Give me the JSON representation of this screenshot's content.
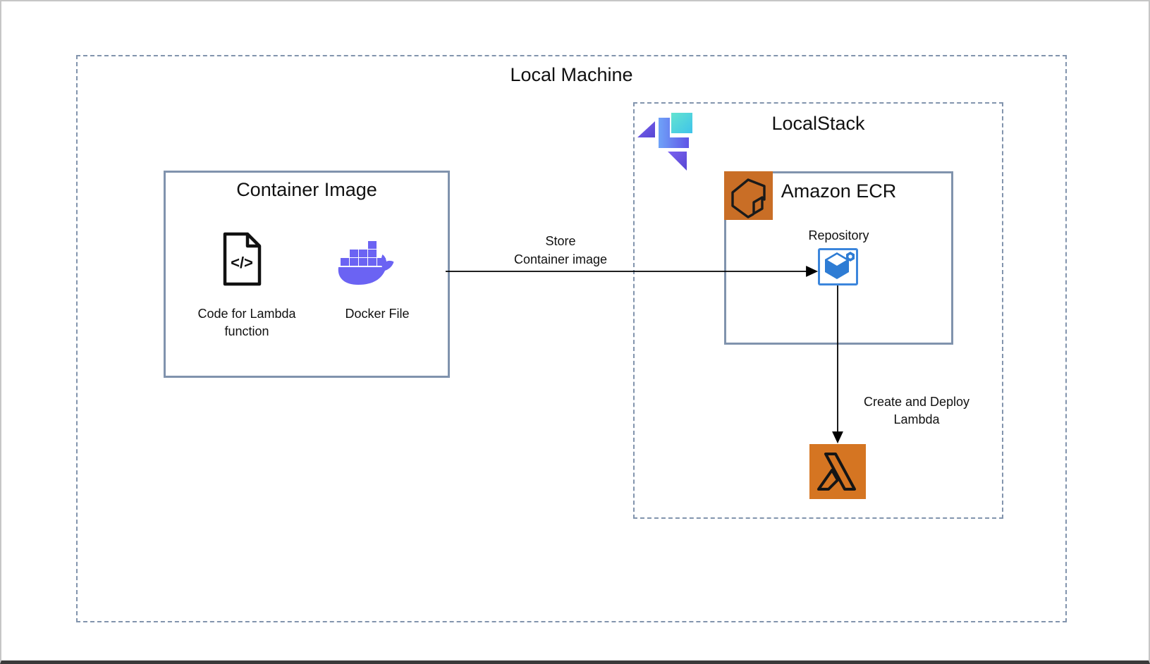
{
  "local_machine": {
    "title": "Local Machine"
  },
  "container_image": {
    "title": "Container Image",
    "code_item": {
      "icon": "code-file-icon",
      "label_lines": [
        "Code for Lambda",
        "function"
      ]
    },
    "docker_item": {
      "icon": "docker-icon",
      "label": "Docker File"
    }
  },
  "localstack": {
    "title": "LocalStack",
    "logo": "localstack-logo",
    "ecr": {
      "title": "Amazon ECR",
      "icon": "amazon-ecr-icon",
      "repository_label": "Repository",
      "repository_icon": "ecr-repository-icon"
    },
    "lambda_icon": "aws-lambda-icon"
  },
  "flows": {
    "store": {
      "from": "container-image",
      "to": "ecr-repository",
      "direction": "right",
      "label_lines": [
        "Store",
        "Container image"
      ]
    },
    "deploy": {
      "from": "ecr-repository",
      "to": "lambda",
      "direction": "down",
      "label_lines": [
        "Create and Deploy",
        "Lambda"
      ]
    }
  },
  "colors": {
    "box_border": "#8093ad",
    "docker_purple": "#6b63f3",
    "repository_blue": "#2e7cd4",
    "repository_border_blue": "#3c86dc",
    "ecr_orange": "#c96e26",
    "lambda_orange": "#d57522",
    "localstack_teal": "#4fd0e0",
    "localstack_purple": "#6c5ce7",
    "arrow_black": "#000000"
  }
}
